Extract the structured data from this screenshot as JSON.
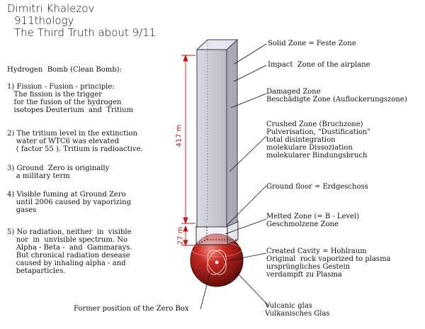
{
  "header": {
    "line1": "Dimitri Khalezov",
    "line2": "911thology",
    "line3": "The Third Truth about 9/11"
  },
  "left_text": {
    "heading": "Hydrogen  Bomb (Clean Bomb):",
    "p1": "1) Fission - Fusion - principle:\n   The fission is the trigger\n   for the fusion of the hydrogen\n   isotopes Deuterium  and  Tritium",
    "p2": "2) The tritium level in the extinction\n    water of WTC6 was elevated\n    ( factor 55 ). Tritium is radioactive.",
    "p3": "3) Ground  Zero is originally\n    a military term",
    "p4": "4) Visible fuming at Ground Zero\n    until 2006 caused by vaporizing\n    gases",
    "p5": "5) No radiation, neither  in  visible\n    nor  in  unvisible spectrum. No\n    Alpha - Beta -  and  Gammarays.\n    But chronical radiation desease\n    caused by inhaling alpha - and\n    betaparticles."
  },
  "dimensions": {
    "tower_height": "417 m",
    "box_height": "27 m"
  },
  "labels": {
    "solid_zone": "Solid Zone = Feste Zone",
    "impact_zone": "Impact  Zone of the airplane",
    "damaged_zone": "Damaged Zone\nBeschädigte Zone (Auflockerungszone)",
    "crushed_zone": "Crushed Zone (Bruchzone)\nPulverisation, \"Dustification\"\ntotal disintegration\nmolekulare Dissoziation\nmolekularer Bindungsbruch",
    "ground_floor": "Ground floor = Erdgeschoss",
    "melted_zone": "Melted Zone (= B - Level)\nGeschmolzene Zone",
    "cavity": "Created Cavity = Hohlraum\nOriginal  rock vaporized to plasma\nursprüngliches Gestein\nverdampft zu Plasma",
    "vulcanic": "Vulcanic glas\nVulkanisches Glas",
    "zero_box": "Former position of the Zero Box"
  },
  "colors": {
    "tower_fill": "#c9c9d3",
    "tower_stroke": "#3a3a44",
    "sphere_red": "#b5201e",
    "dimension_red": "#c0161b"
  }
}
